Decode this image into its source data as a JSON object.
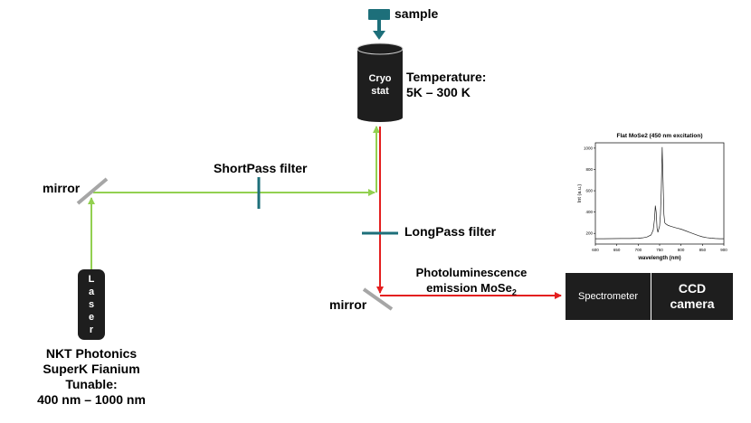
{
  "labels": {
    "sample": "sample",
    "cryostat_line1": "Cryo",
    "cryostat_line2": "stat",
    "temperature_line1": "Temperature:",
    "temperature_line2": "5K – 300 K",
    "shortpass": "ShortPass filter",
    "longpass": "LongPass filter",
    "mirror_top": "mirror",
    "mirror_bottom": "mirror",
    "laser_letters": [
      "L",
      "a",
      "s",
      "e",
      "r"
    ],
    "pl_line1": "Photoluminescence",
    "pl_line2_prefix": "emission MoSe",
    "pl_line2_sub": "2",
    "spectrometer": "Spectrometer",
    "ccd_line1": "CCD",
    "ccd_line2": "camera",
    "laser_info": [
      "NKT Photonics",
      "SuperK Fianium",
      "Tunable:",
      "400 nm – 1000 nm"
    ]
  },
  "colors": {
    "green_beam": "#92d050",
    "red_beam": "#e41f1f",
    "teal": "#1d6f7a",
    "device": "#1e1e1e",
    "mirror": "#a6a6a6"
  },
  "chart_data": {
    "type": "line",
    "title": "Flat MoSe2 (450 nm excitation)",
    "xlabel": "wavelength (nm)",
    "ylabel": "Int (a.u.)",
    "xlim": [
      600,
      900
    ],
    "ylim": [
      100,
      1050
    ],
    "xticks": [
      600,
      650,
      700,
      750,
      800,
      850,
      900
    ],
    "yticks": [
      200,
      400,
      600,
      800,
      1000
    ],
    "grid": false,
    "series": [
      {
        "x": [
          600,
          620,
          640,
          660,
          680,
          700,
          710,
          720,
          730,
          735,
          738,
          740,
          742,
          744,
          746,
          748,
          750,
          752,
          754,
          756,
          758,
          760,
          762,
          764,
          766,
          768,
          770,
          775,
          780,
          790,
          800,
          810,
          820,
          830,
          840,
          850,
          860,
          870,
          880,
          890,
          900
        ],
        "y": [
          150,
          150,
          151,
          152,
          152,
          154,
          158,
          165,
          185,
          230,
          330,
          460,
          400,
          250,
          210,
          240,
          270,
          380,
          620,
          1010,
          700,
          380,
          300,
          290,
          285,
          280,
          275,
          268,
          262,
          250,
          240,
          225,
          210,
          195,
          180,
          168,
          160,
          155,
          152,
          150,
          150
        ]
      }
    ]
  }
}
